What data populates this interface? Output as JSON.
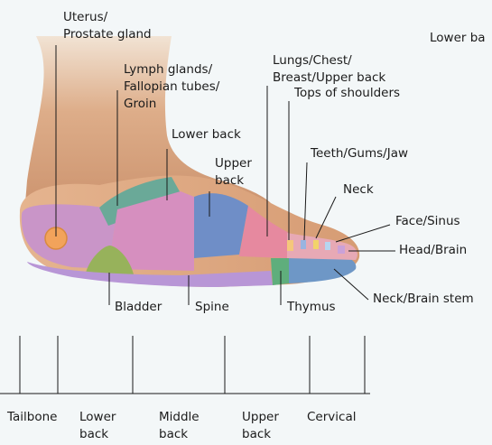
{
  "colors": {
    "leader": "#1a1a1a",
    "skin": "#d7a278",
    "purple": "#c78fc4",
    "lavender": "#b48cd2",
    "teal": "#66a592",
    "blue": "#6f8dc6",
    "pink": "#e88fa3",
    "olive": "#93ad59",
    "orange": "#f2a35b"
  },
  "labels": {
    "uterus": "Uterus/\nProstate gland",
    "lower_back_cut": "Lower ba",
    "lymph": "Lymph glands/\nFallopian tubes/\nGroin",
    "lungs": "Lungs/Chest/\nBreast/Upper back",
    "tops_shoulders": "Tops of shoulders",
    "lower_back": "Lower back",
    "upper_back": "Upper\nback",
    "teeth": "Teeth/Gums/Jaw",
    "neck": "Neck",
    "face": "Face/Sinus",
    "head": "Head/Brain",
    "bladder": "Bladder",
    "spine": "Spine",
    "thymus": "Thymus",
    "neck_brain_stem": "Neck/Brain stem"
  },
  "spine_sections": {
    "tailbone": "Tailbone",
    "lower_back": "Lower\nback",
    "middle_back": "Middle\nback",
    "upper_back": "Upper\nback",
    "cervical": "Cervical"
  }
}
